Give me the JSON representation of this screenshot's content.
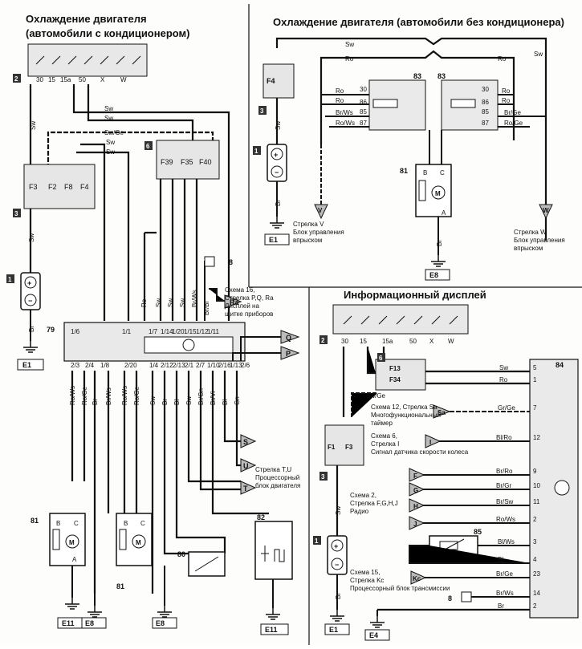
{
  "titles": {
    "cooling_ac_line1": "Охлаждение двигателя",
    "cooling_ac_line2": "(автомобили с кондиционером)",
    "cooling_no_ac": "Охлаждение двигателя (автомобили без кондиционера)",
    "info_display": "Информационный дисплей"
  },
  "left": {
    "refs": {
      "1": "1",
      "2": "2",
      "3": "3",
      "6": "6",
      "8": "8",
      "79": "79",
      "80": "80",
      "81": "81",
      "82": "82"
    },
    "top_block": {
      "pins": [
        "30",
        "15",
        "15a",
        "50",
        "X",
        "W"
      ]
    },
    "fuses": [
      "F3",
      "F2",
      "F8",
      "F4"
    ],
    "fuses6": [
      "F39",
      "F35",
      "F40"
    ],
    "wires": {
      "sw_a": "Sw",
      "sw_b": "Sw",
      "sw_c": "Sw",
      "sw_d": "Sw",
      "sw_e": "Sw",
      "sw_ge": "Sw/Ge",
      "br": "Br",
      "ro": "Ro",
      "br_ws": "Br/Ws",
      "br_bl": "Br/Bl",
      "ro_ws": "Ro/Ws",
      "ro_ge": "Ro/Ge",
      "bl": "Bl",
      "br_gn": "Br/Gn",
      "br_vi": "Br/Vi",
      "gn": "Gn"
    },
    "module79": {
      "pins_top": [
        "1/6",
        "1/1",
        "1/7",
        "1/14",
        "1/20",
        "1/15",
        "1/12",
        "1/11"
      ],
      "pins_bottom": [
        "2/3",
        "2/4",
        "1/8",
        "2/20",
        "1/4",
        "2/12",
        "2/13",
        "2/1",
        "2/7",
        "1/10",
        "2/16",
        "1/13",
        "2/6"
      ]
    },
    "arrows": {
      "ra": "Ra",
      "q": "Q",
      "p": "P",
      "u": "U",
      "t": "T",
      "s": "S"
    },
    "notes": {
      "schema16_line1": "Схема 16,",
      "schema16_line2": "Стрелка P,Q, Ra",
      "schema16_line3": "Дисплей на",
      "schema16_line4": "щитке приборов",
      "tu_line1": "Стрелка T,U",
      "tu_line2": "Процессорный",
      "tu_line3": "блок двигателя"
    },
    "fan": {
      "a": "A",
      "b": "B",
      "c": "C"
    },
    "grounds": [
      "E1",
      "E11",
      "E8",
      "E8",
      "E11"
    ]
  },
  "right_top": {
    "refs": {
      "1": "1",
      "3": "3",
      "81": "81"
    },
    "fuse": "F4",
    "wires": {
      "sw_a": "Sw",
      "ro": "Ro",
      "br_ws": "Br/Ws",
      "ro_ws": "Ro/Ws",
      "br_ge": "Br/Ge",
      "ro_ge": "Ro/Ge",
      "br": "Br"
    },
    "relay_left": {
      "id": "83",
      "pins": [
        "30",
        "86",
        "85",
        "87"
      ]
    },
    "relay_right": {
      "id": "83",
      "pins": [
        "30",
        "86",
        "85",
        "87"
      ]
    },
    "fan": {
      "a": "A",
      "b": "B",
      "c": "C"
    },
    "arrows": {
      "v": "V",
      "w": "W"
    },
    "notes": {
      "v_line1": "Стрелка V",
      "v_line2": "Блок управления",
      "v_line3": "впрыском",
      "w_line1": "Стрелка W",
      "w_line2": "Блок управления",
      "w_line3": "впрыском"
    },
    "grounds": [
      "E1",
      "E8"
    ]
  },
  "right_bottom": {
    "refs": {
      "1": "1",
      "2": "2",
      "3": "3",
      "6": "6",
      "8": "8"
    },
    "top_block": {
      "pins": [
        "30",
        "15",
        "15a",
        "50",
        "X",
        "W"
      ]
    },
    "fuses6": [
      "F13",
      "F34"
    ],
    "fuses": [
      "F1",
      "F3"
    ],
    "display_id": "84",
    "sensor_id": "85",
    "display_pins": [
      "5",
      "1",
      "7",
      "12",
      "9",
      "10",
      "11",
      "2",
      "3",
      "4",
      "23",
      "14",
      "2"
    ],
    "wires": {
      "sw_a": "Sw",
      "ro": "Ro",
      "sw_ge": "Sw/Ge",
      "gr_ge": "Gr/Ge",
      "bl_ro": "Bl/Ro",
      "br_ro": "Br/Ro",
      "br_gr": "Br/Gr",
      "br_sw": "Br/Sw",
      "ro_ws": "Ro/Ws",
      "bl_ws": "Bl/Ws",
      "bl": "Bl",
      "br_ge": "Br/Ge",
      "br_ws": "Br/Ws",
      "br": "Br"
    },
    "arrows": {
      "sa": "Sa",
      "i": "I",
      "f": "F",
      "g": "G",
      "h": "H",
      "j": "J",
      "kc": "Kc"
    },
    "notes": {
      "s12_line1": "Схема 12, Стрелка Sa",
      "s12_line2": "Многофункциональный",
      "s12_line3": "таймер",
      "s6_line1": "Схема 6,",
      "s6_line2": "Стрелка I",
      "s6_line3": "Сигнал датчика скорости колеса",
      "s2_line1": "Схема 2,",
      "s2_line2": "Стрелка F,G,H,J",
      "s2_line3": "Радио",
      "s15_line1": "Схема 15,",
      "s15_line2": "Стрелка Kc",
      "s15_line3": "Процессорный блок трансмиссии"
    },
    "grounds": [
      "E1",
      "E4"
    ]
  }
}
